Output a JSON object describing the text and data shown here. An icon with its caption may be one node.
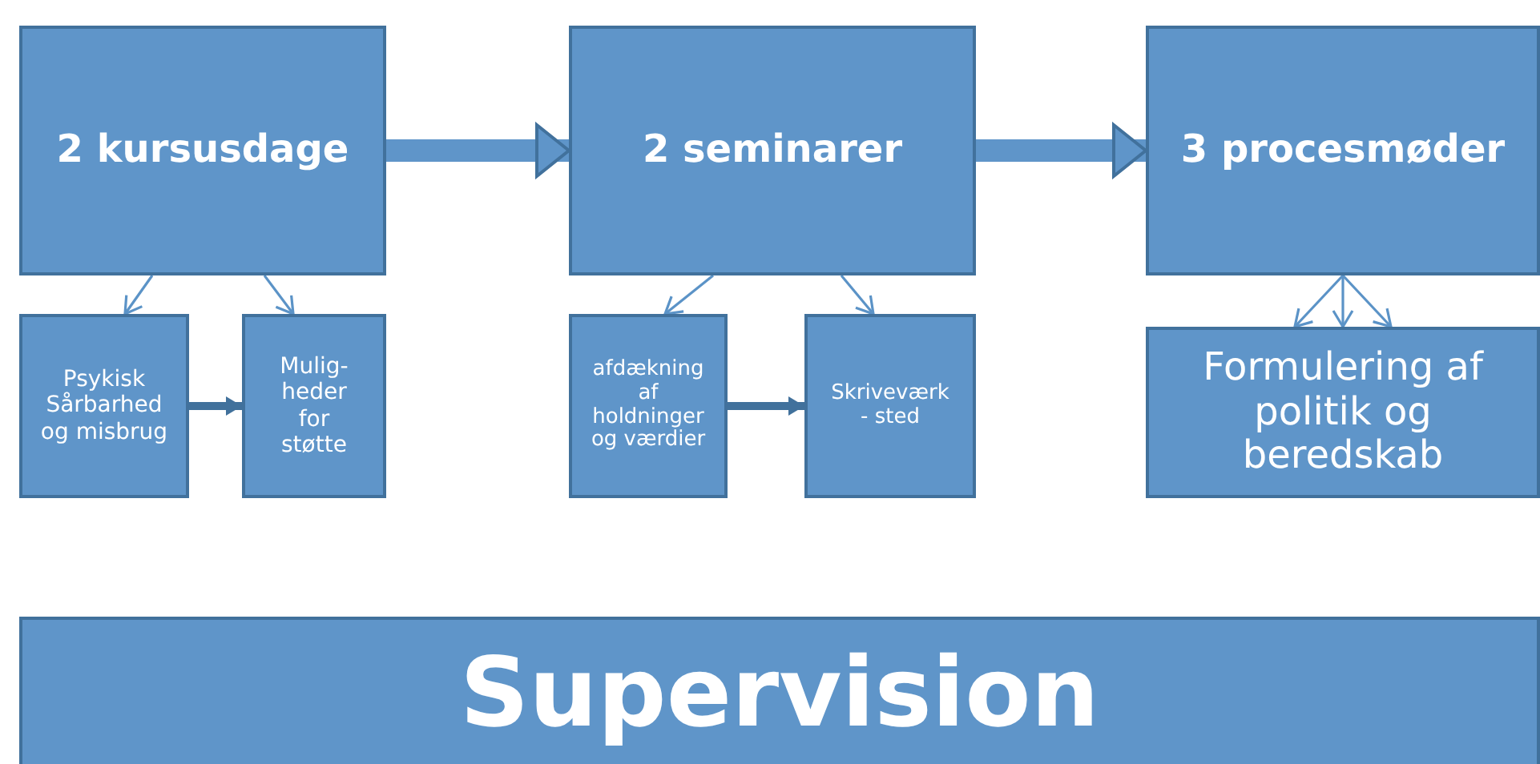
{
  "diagram": {
    "nodes": [
      {
        "text": [
          "2 kursusdage"
        ]
      },
      {
        "text": [
          "Psykisk Sårbarhed og misbrug"
        ]
      },
      {
        "text": [
          "Mulig- heder for støtte"
        ]
      },
      {
        "text": [
          "2 seminarer"
        ]
      },
      {
        "text": [
          "afdækning af holdninger og værdier"
        ]
      },
      {
        "text": [
          "Skriveværk - sted"
        ]
      },
      {
        "text": [
          "3 procesmøder"
        ]
      },
      {
        "text": [
          "Formulering af politik og beredskab"
        ]
      },
      {
        "text": [
          "Supervision"
        ]
      }
    ],
    "edges": [
      {
        "from": 0,
        "to": 3,
        "arrow": "to",
        "style": "thick"
      },
      {
        "from": 3,
        "to": 6,
        "arrow": "to",
        "style": "thick"
      },
      {
        "from": 0,
        "to": 1,
        "arrow": "to"
      },
      {
        "from": 0,
        "to": 2,
        "arrow": "to"
      },
      {
        "from": 1,
        "to": 2,
        "arrow": "to",
        "style": "thick",
        "color": "#41719c"
      },
      {
        "from": 3,
        "to": 4,
        "arrow": "to"
      },
      {
        "from": 3,
        "to": 5,
        "arrow": "to"
      },
      {
        "from": 4,
        "to": 5,
        "arrow": "to",
        "style": "thick",
        "color": "#41719c"
      },
      {
        "from": 6,
        "to": 7,
        "arrow": "to"
      },
      {
        "from": 6,
        "to": 7,
        "arrow": "to"
      },
      {
        "from": 6,
        "to": 7,
        "arrow": "to"
      }
    ]
  }
}
